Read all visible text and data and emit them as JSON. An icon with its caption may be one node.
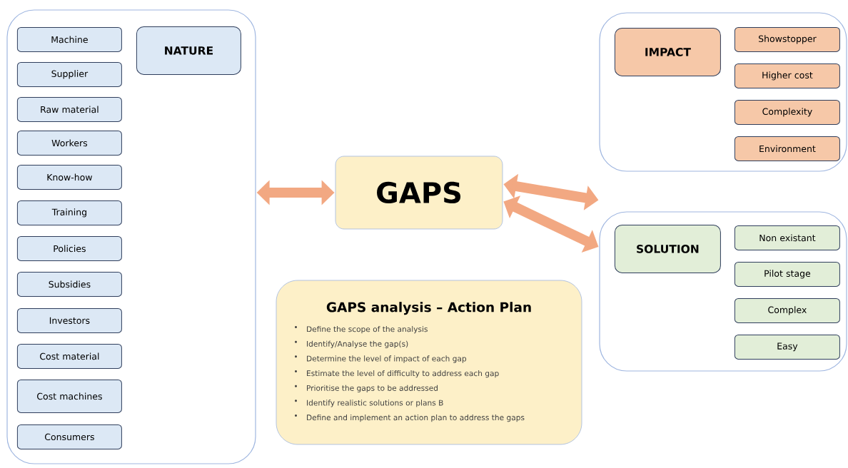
{
  "diagram": {
    "nodes": [
      {
        "text": [],
        "shape": "box"
      },
      {
        "text": [
          "NATURE"
        ],
        "in": 0
      },
      {
        "text": [
          "Machine"
        ],
        "in": 0
      },
      {
        "text": [
          "Supplier"
        ],
        "in": 0
      },
      {
        "text": [
          "Raw material"
        ],
        "in": 0
      },
      {
        "text": [
          "Workers"
        ],
        "in": 0
      },
      {
        "text": [
          "Know-how"
        ],
        "in": 0
      },
      {
        "text": [
          "Training"
        ],
        "in": 0
      },
      {
        "text": [
          "Policies"
        ],
        "in": 0
      },
      {
        "text": [
          "Subsidies"
        ],
        "in": 0
      },
      {
        "text": [
          "Investors"
        ],
        "in": 0
      },
      {
        "text": [
          "Cost material"
        ],
        "in": 0
      },
      {
        "text": [
          "Cost machines"
        ],
        "in": 0
      },
      {
        "text": [
          "Consumers"
        ],
        "in": 0
      },
      {
        "text": [
          "GAPS"
        ]
      },
      {
        "text": [
          "GAPS analysis – Action Plan",
          "Define the scope of the analysis",
          "Identify/Analyse the gap(s)",
          "Determine the level of impact of each gap",
          "Estimate the level of difficulty to address each gap",
          "Prioritise the gaps to be addressed",
          "Identify realistic solutions or plans B",
          "Define and implement an action plan to address the gaps"
        ]
      },
      {
        "text": [],
        "shape": "box"
      },
      {
        "text": [
          "IMPACT"
        ],
        "in": 16
      },
      {
        "text": [
          "Showstopper"
        ],
        "in": 16
      },
      {
        "text": [
          "Higher cost"
        ],
        "in": 16
      },
      {
        "text": [
          "Complexity"
        ],
        "in": 16
      },
      {
        "text": [
          "Environment"
        ],
        "in": 16
      },
      {
        "text": [],
        "shape": "box"
      },
      {
        "text": [
          "SOLUTION"
        ],
        "in": 22
      },
      {
        "text": [
          "Non existant"
        ],
        "in": 22
      },
      {
        "text": [
          "Pilot stage"
        ],
        "in": 22
      },
      {
        "text": [
          "Complex"
        ],
        "in": 22
      },
      {
        "text": [
          "Easy"
        ],
        "in": 22
      }
    ],
    "edges": [
      {
        "from": 14,
        "to": 0,
        "arrow": "both"
      },
      {
        "from": 14,
        "to": 16,
        "arrow": "both"
      },
      {
        "from": 14,
        "to": 22,
        "arrow": "both"
      }
    ]
  }
}
